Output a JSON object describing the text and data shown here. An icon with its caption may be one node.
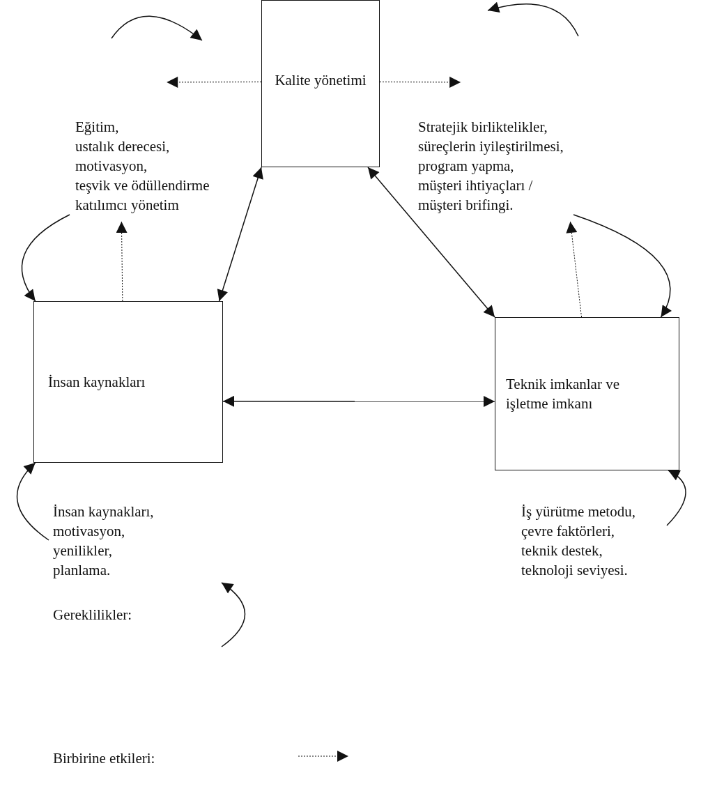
{
  "diagram": {
    "nodes": [
      {
        "text": [
          "Kalite yönetimi"
        ]
      },
      {
        "text": [
          "İnsan kaynakları"
        ]
      },
      {
        "text": [
          "Teknik imkanlar ve işletme imkanı"
        ]
      },
      {
        "text": [
          "Eğitim, ustalık derecesi, motivasyon, teşvik ve ödüllendirme katılımcı yönetim"
        ]
      },
      {
        "text": [
          "Stratejik birliktelikler, süreçlerin iyileştirilmesi, program yapma, müşteri ihtiyaçları / müşteri brifingi."
        ]
      },
      {
        "text": [
          "İnsan kaynakları, motivasyon, yenilikler, planlama."
        ]
      },
      {
        "text": [
          "İş yürütme metodu, çevre faktörleri, teknik destek, teknoloji seviyesi."
        ]
      }
    ],
    "edges": [
      {
        "from": 0,
        "to": 1,
        "arrow": "both"
      },
      {
        "from": 0,
        "to": 2,
        "arrow": "both"
      },
      {
        "from": 1,
        "to": 2,
        "arrow": "both"
      },
      {
        "from": 1,
        "to": 3,
        "arrow": "to",
        "style": "dashed"
      },
      {
        "from": 2,
        "to": 4,
        "arrow": "to",
        "style": "dashed"
      },
      {
        "from": 3,
        "to": 1,
        "arrow": "to"
      },
      {
        "from": 4,
        "to": 2,
        "arrow": "to"
      },
      {
        "from": 5,
        "to": 1,
        "arrow": "to"
      },
      {
        "from": 6,
        "to": 2,
        "arrow": "to"
      },
      {
        "from": 0,
        "to": 3,
        "arrow": "to",
        "style": "dashed"
      },
      {
        "from": 0,
        "to": 4,
        "arrow": "to",
        "style": "dashed"
      }
    ],
    "legend": [
      {
        "text": "Gereklilikler:"
      },
      {
        "text": "Birbirine etkileri:"
      }
    ]
  }
}
